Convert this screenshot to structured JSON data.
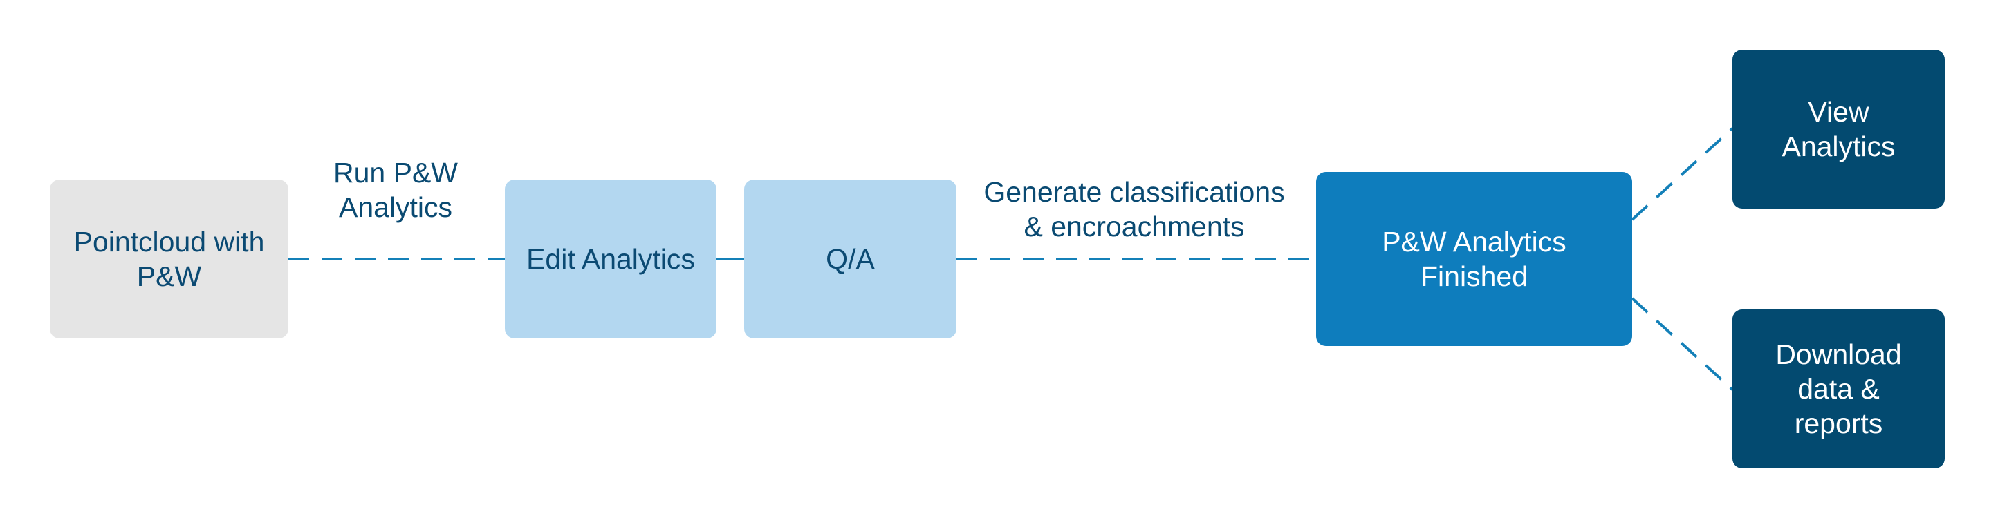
{
  "diagram": {
    "nodes": {
      "pointcloud": {
        "text": "Pointcloud with\nP&W",
        "fill": "#e5e5e5",
        "text_color": "#0b4a73"
      },
      "edit": {
        "text": "Edit Analytics",
        "fill": "#b3d7f0",
        "text_color": "#0b4a73"
      },
      "qa": {
        "text": "Q/A",
        "fill": "#b3d7f0",
        "text_color": "#0b4a73"
      },
      "finished": {
        "text": "P&W Analytics\nFinished",
        "fill": "#0e7dbd",
        "text_color": "#ffffff"
      },
      "view": {
        "text": "View\nAnalytics",
        "fill": "#034a70",
        "text_color": "#ffffff"
      },
      "download": {
        "text": "Download\ndata &\nreports",
        "fill": "#034a70",
        "text_color": "#ffffff"
      }
    },
    "edge_labels": {
      "run": "Run P&W\nAnalytics",
      "generate": "Generate classifications\n& encroachments"
    },
    "connector_color": "#1480b8"
  }
}
